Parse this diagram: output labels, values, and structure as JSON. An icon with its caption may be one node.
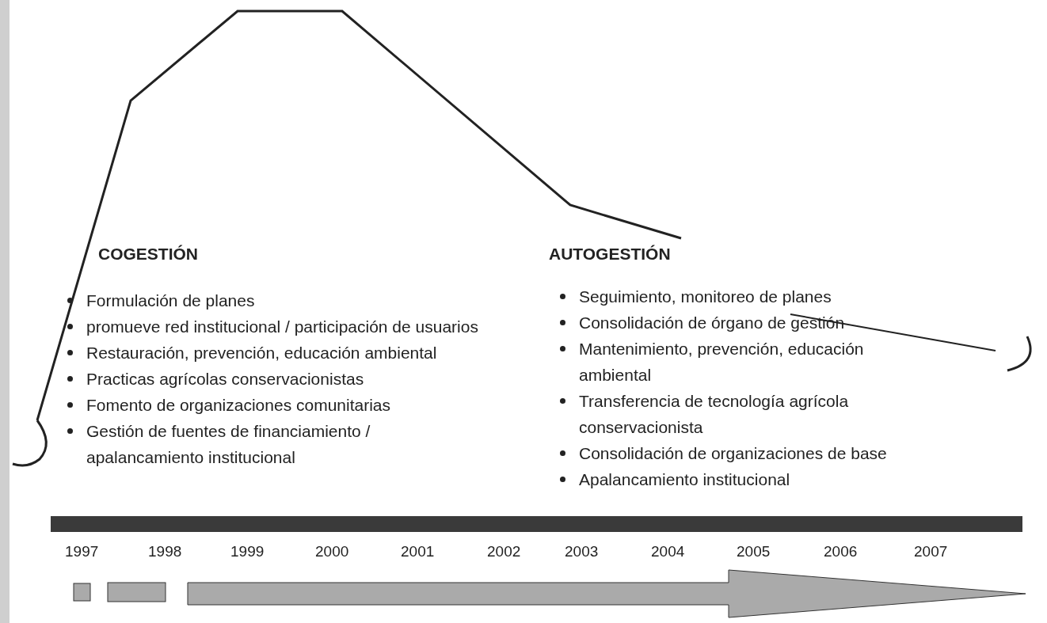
{
  "diagram": {
    "nodes": [
      {
        "text": [],
        "shape": "bar"
      }
    ],
    "labels": [
      "COGESTIÓN",
      "Formulación de planes",
      "promueve red institucional / participación de usuarios",
      "Restauración, prevención, educación ambiental",
      "Practicas agrícolas conservacionistas",
      "Fomento de organizaciones comunitarias",
      "Gestión de fuentes de financiamiento / apalancamiento institucional",
      "AUTOGESTIÓN",
      "Seguimiento, monitoreo de planes",
      "Consolidación de  órgano de gestión",
      "Mantenimiento, prevención, educación ambiental",
      "Transferencia de tecnología  agrícola conservacionista",
      "Consolidación de organizaciones de base",
      "Apalancamiento institucional",
      "1997",
      "1998",
      "1999",
      "2000",
      "2001",
      "2002",
      "2003",
      "2004",
      "2005",
      "2006",
      "2007"
    ]
  }
}
